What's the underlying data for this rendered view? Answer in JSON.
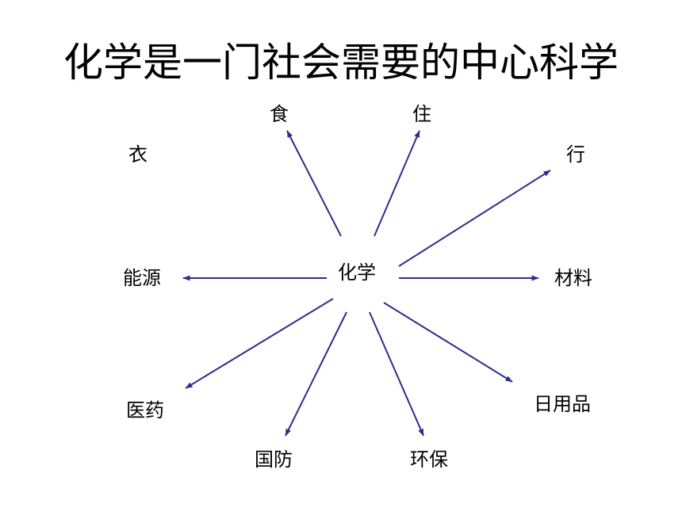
{
  "title": "化学是一门社会需要的中心科学",
  "center": "化学",
  "labels": {
    "food": "食",
    "housing": "住",
    "clothing": "衣",
    "travel": "行",
    "energy": "能源",
    "materials": "材料",
    "medicine": "医药",
    "daily_goods": "日用品",
    "national_defense": "国防",
    "environment": "环保"
  },
  "colors": {
    "arrow": "#2B2E8C",
    "text": "#000000",
    "background": "#FFFFFF"
  }
}
